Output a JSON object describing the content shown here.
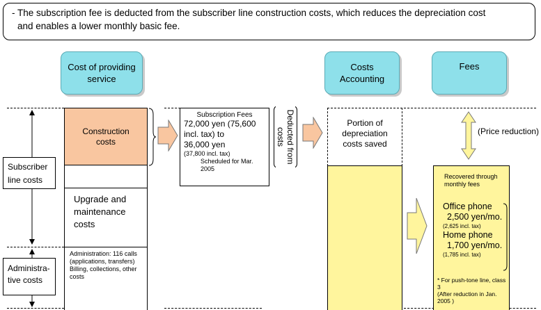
{
  "note": {
    "text_line1": "- The subscription fee is deducted from the subscriber line construction costs, which reduces the depreciation cost",
    "text_line2": "and enables a lower monthly basic fee."
  },
  "headers": {
    "cost_service": "Cost of providing service",
    "costs_accounting": "Costs Accounting",
    "fees": "Fees"
  },
  "left_labels": {
    "subscriber": "Subscriber line costs",
    "administrative": "Administra-tive costs"
  },
  "cost_column": {
    "construction": "Construction costs",
    "upgrade": "Upgrade and maintenance costs",
    "admin_line1": "Administration: 116 calls",
    "admin_line2": "(applications, transfers)",
    "admin_line3": "Billing, collections, other costs"
  },
  "subscription_box": {
    "title": "Subscription Fees",
    "amount1": "72,000 yen (75,600 incl. tax) to",
    "amount2": "36,000 yen",
    "amount2_tax": "(37,800 incl. tax)",
    "scheduled": "Scheduled for Mar. 2005"
  },
  "deducted_label": "Deducted from costs",
  "accounting": {
    "saved": "Portion of depreciation costs saved"
  },
  "fees": {
    "price_reduction": "(Price reduction)",
    "recovered": "Recovered through monthly fees",
    "office_label": "Office phone",
    "office_price": "2,500 yen/mo.",
    "office_tax": "(2,625 incl. tax)",
    "home_label": "Home phone",
    "home_price": "1,700 yen/mo.",
    "home_tax": "(1,785 incl. tax)",
    "footnote1": "* For push-tone line, class 3",
    "footnote2": "(After reduction in Jan. 2005 )"
  },
  "colors": {
    "header_fill": "#8ee0ea",
    "construction_fill": "#f9c6a0",
    "yellow_fill": "#fff59d",
    "arrow_fill": "#f9c6a0"
  }
}
